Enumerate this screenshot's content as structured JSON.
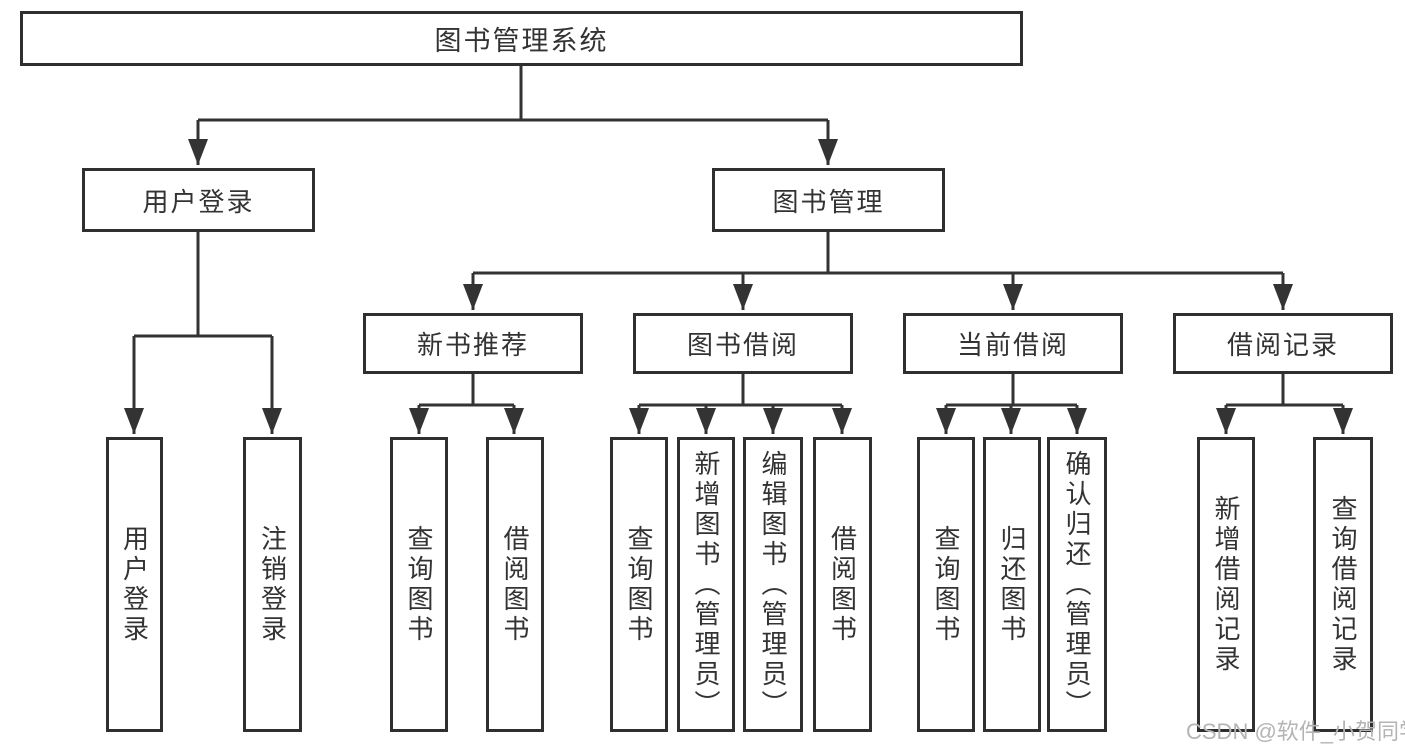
{
  "tree": {
    "label": "图书管理系统",
    "children": [
      {
        "label": "用户登录",
        "children": [
          {
            "label": "用户登录"
          },
          {
            "label": "注销登录"
          }
        ]
      },
      {
        "label": "图书管理",
        "children": [
          {
            "label": "新书推荐",
            "children": [
              {
                "label": "查询图书"
              },
              {
                "label": "借阅图书"
              }
            ]
          },
          {
            "label": "图书借阅",
            "children": [
              {
                "label": "查询图书"
              },
              {
                "label": "新增图书（管理员）"
              },
              {
                "label": "编辑图书（管理员）"
              },
              {
                "label": "借阅图书"
              }
            ]
          },
          {
            "label": "当前借阅",
            "children": [
              {
                "label": "查询图书"
              },
              {
                "label": "归还图书"
              },
              {
                "label": "确认归还（管理员）"
              }
            ]
          },
          {
            "label": "借阅记录",
            "children": [
              {
                "label": "新增借阅记录"
              },
              {
                "label": "查询借阅记录"
              }
            ]
          }
        ]
      }
    ]
  },
  "watermark": {
    "text": "CSDN @软件_小贺同学"
  },
  "colors": {
    "line": "#333333",
    "box_border": "#2f2f2f",
    "text": "#333333",
    "watermark": "#b4b4b4",
    "background": "#ffffff"
  }
}
